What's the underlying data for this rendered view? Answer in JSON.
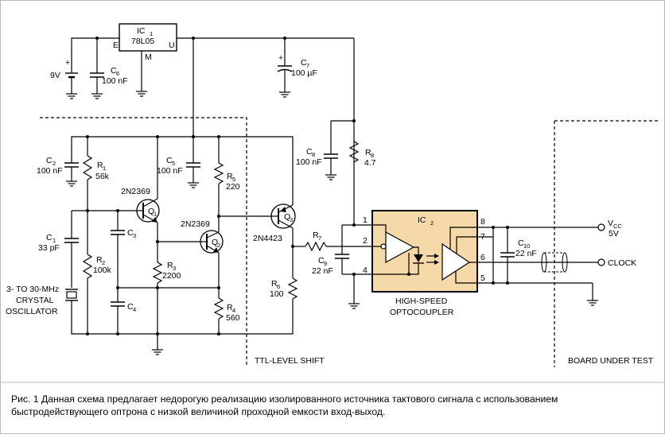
{
  "caption": "Рис. 1  Данная схема предлагает недорогую реализацию изолированного источника тактового сигнала с использованием быстродействующего оптрона с низкой величиной проходной емкости вход-выход.",
  "components": {
    "ic1": {
      "ref": "IC",
      "sub": "1",
      "part": "78L05",
      "pin_e": "E",
      "pin_m": "M",
      "pin_u": "U"
    },
    "ic2": {
      "ref": "IC",
      "sub": "2",
      "pins": [
        "1",
        "2",
        "4",
        "8",
        "7",
        "6",
        "5"
      ]
    },
    "battery": {
      "value": "9V",
      "plus": "+"
    },
    "c6": {
      "ref": "C",
      "sub": "6",
      "value": "100 nF"
    },
    "c7": {
      "ref": "C",
      "sub": "7",
      "value": "100 µF",
      "plus": "+"
    },
    "c2": {
      "ref": "C",
      "sub": "2",
      "value": "100 nF"
    },
    "r1": {
      "ref": "R",
      "sub": "1",
      "value": "56k"
    },
    "c5": {
      "ref": "C",
      "sub": "5",
      "value": "100 nF"
    },
    "r5": {
      "ref": "R",
      "sub": "5",
      "value": "220"
    },
    "c1": {
      "ref": "C",
      "sub": "1",
      "value": "33 pF"
    },
    "r2": {
      "ref": "R",
      "sub": "2",
      "value": "100k"
    },
    "c3": {
      "ref": "C",
      "sub": "3"
    },
    "r3": {
      "ref": "R",
      "sub": "3",
      "value": "2200"
    },
    "c4": {
      "ref": "C",
      "sub": "4"
    },
    "r4": {
      "ref": "R",
      "sub": "4",
      "value": "560"
    },
    "q1": {
      "ref": "Q",
      "sub": "1",
      "part": "2N2369"
    },
    "q2": {
      "ref": "Q",
      "sub": "2",
      "part": "2N2369"
    },
    "q3": {
      "ref": "Q",
      "sub": "3",
      "part": "2N4423"
    },
    "r6": {
      "ref": "R",
      "sub": "6",
      "value": "100"
    },
    "r7": {
      "ref": "R",
      "sub": "7"
    },
    "c9": {
      "ref": "C",
      "sub": "9",
      "value": "22 nF"
    },
    "c8": {
      "ref": "C",
      "sub": "8",
      "value": "100 nF"
    },
    "r8": {
      "ref": "R",
      "sub": "8",
      "value": "4.7"
    },
    "c10": {
      "ref": "C",
      "sub": "10",
      "value": "22 nF"
    },
    "vcc": {
      "ref": "V",
      "sub": "CC",
      "value": "5V"
    }
  },
  "labels": {
    "oscillator_line1": "3- TO 30-MHz",
    "oscillator_line2": "CRYSTAL",
    "oscillator_line3": "OSCILLATOR",
    "optocoupler_line1": "HIGH-SPEED",
    "optocoupler_line2": "OPTOCOUPLER",
    "ttl_level_shift": "TTL-LEVEL SHIFT",
    "board_under_test": "BOARD UNDER TEST",
    "clock": "CLOCK"
  },
  "colors": {
    "ic2_fill": "#f6d9a8",
    "ink": "#000000"
  }
}
